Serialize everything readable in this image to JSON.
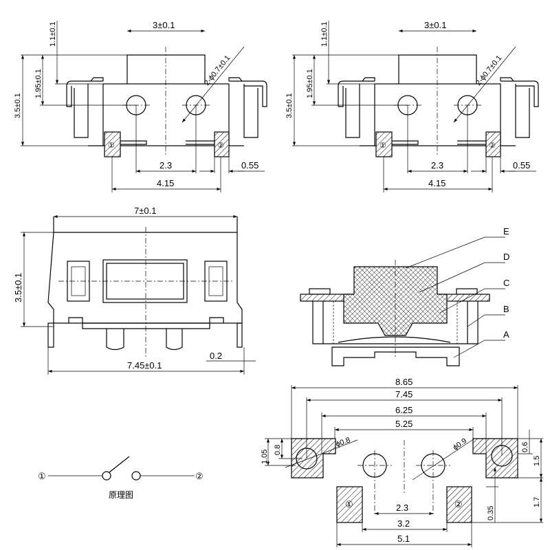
{
  "top_views": [
    {
      "dim_actuator_width": "3±0.1",
      "dim_actuator_height": "1.1±0.1",
      "dim_hole_height": "1.95±0.1",
      "dim_total_height": "3.5±0.1",
      "dim_hole_dia": "2-ϕ0.7±0.1",
      "dim_hole_pitch": "2.3",
      "dim_terminal_pitch": "4.15",
      "dim_terminal_width": "0.55",
      "terminal_1": "①",
      "terminal_2": "②"
    },
    {
      "dim_actuator_width": "3±0.1",
      "dim_actuator_height": "1.1±0.1",
      "dim_hole_height": "1.95±0.1",
      "dim_total_height": "3.5±0.1",
      "dim_hole_dia": "2-ϕ0.7±0.1",
      "dim_hole_pitch": "2.3",
      "dim_terminal_pitch": "4.15",
      "dim_terminal_width": "0.55",
      "terminal_1": "①",
      "terminal_2": "②"
    }
  ],
  "front_view": {
    "dim_width": "7±0.1",
    "dim_height": "3.5±0.1",
    "dim_total_width": "7.45±0.1",
    "dim_pin": "0.2"
  },
  "section_view": {
    "labels": [
      "E",
      "D",
      "C",
      "B",
      "A"
    ]
  },
  "schematic": {
    "terminal_1": "①",
    "terminal_2": "②",
    "caption": "原理图"
  },
  "footprint": {
    "dims": [
      "8.65",
      "7.45",
      "6.25",
      "5.25",
      "2.3",
      "3.2",
      "5.1"
    ],
    "dia_left": "ϕ0.8",
    "dia_right": "ϕ0.9",
    "dim_left_outer": "1.05",
    "dim_left_inner": "0.8",
    "dim_right_top": "0.6",
    "dim_right_pad": "1.5",
    "dim_right_lower": "1.7",
    "dim_right_gap": "0.35",
    "terminal_1": "①",
    "terminal_2": "②"
  }
}
